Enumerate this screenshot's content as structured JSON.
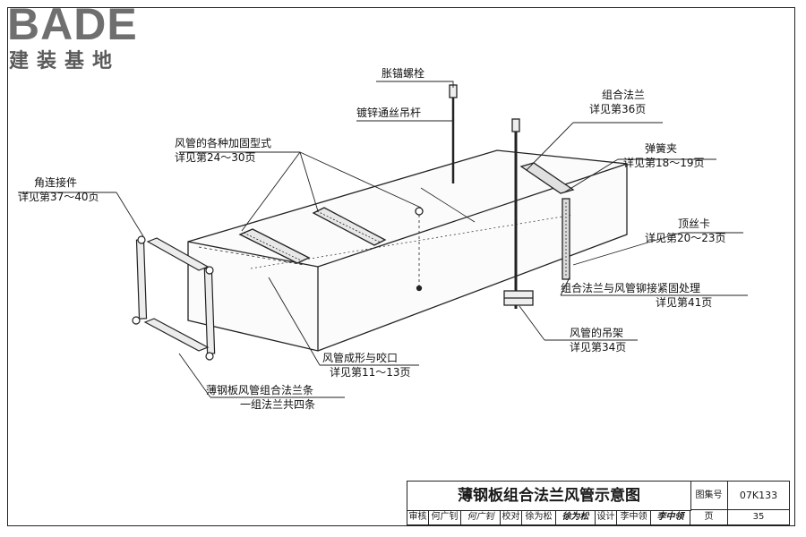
{
  "logo": {
    "brand": "BADE",
    "subtitle": "建装基地"
  },
  "labels": {
    "anchor_bolt": "胀锚螺栓",
    "threaded_rod": "镀锌通丝吊杆",
    "combo_flange": {
      "name": "组合法兰",
      "ref": "详见第36页"
    },
    "reinforcement": {
      "name": "风管的各种加固型式",
      "ref": "详见第24～30页"
    },
    "spring_clip": {
      "name": "弹簧夹",
      "ref": "详见第18～19页"
    },
    "corner_piece": {
      "name": "角连接件",
      "ref": "详见第37～40页"
    },
    "top_clip": {
      "name": "顶丝卡",
      "ref": "详见第20～23页"
    },
    "rivet_seal": {
      "name": "组合法兰与风管铆接紧固处理",
      "ref": "详见第41页"
    },
    "hanger": {
      "name": "风管的吊架",
      "ref": "详见第34页"
    },
    "forming": {
      "name": "风管成形与咬口",
      "ref": "详见第11～13页"
    },
    "flange_strips": {
      "name": "薄钢板风管组合法兰条",
      "ref": "一组法兰共四条"
    }
  },
  "title_block": {
    "title": "薄钢板组合法兰风管示意图",
    "atlas_label": "图集号",
    "atlas_no": "07K133",
    "review_label": "审核",
    "reviewer": "何广钊",
    "review_sig": "何广钊",
    "check_label": "校对",
    "checker": "徐为松",
    "check_sig": "徐为松",
    "design_label": "设计",
    "designer": "李中领",
    "design_sig": "李中领",
    "page_label": "页",
    "page_no": "35"
  }
}
